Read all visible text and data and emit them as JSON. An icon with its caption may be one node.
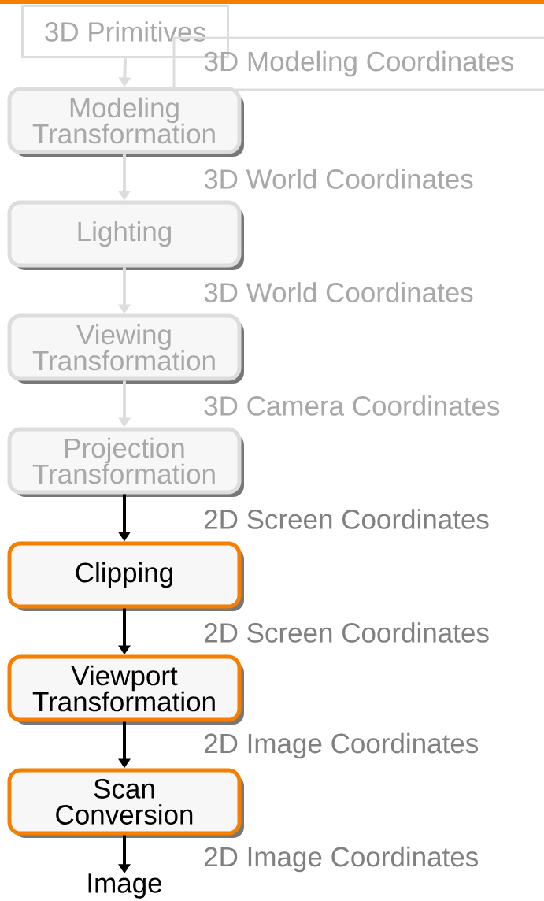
{
  "diagram": {
    "nodes": [
      {
        "text": [
          "3D Primitives"
        ]
      },
      {
        "text": [
          "3D Modeling Coordinates"
        ]
      },
      {
        "text": [
          "Modeling Transformation"
        ]
      },
      {
        "text": [
          "Lighting"
        ]
      },
      {
        "text": [
          "Viewing Transformation"
        ]
      },
      {
        "text": [
          "Projection Transformation"
        ]
      },
      {
        "text": [
          "Clipping"
        ]
      },
      {
        "text": [
          "Viewport Transformation"
        ]
      },
      {
        "text": [
          "Scan Conversion"
        ]
      },
      {
        "text": [
          "Image"
        ]
      }
    ],
    "edges": [
      {
        "from": 0,
        "to": 2,
        "arrow": "to",
        "color": "#dddddd"
      },
      {
        "from": 2,
        "to": 3,
        "arrow": "to",
        "label": "3D World Coordinates",
        "color": "#dddddd"
      },
      {
        "from": 3,
        "to": 4,
        "arrow": "to",
        "label": "3D World Coordinates",
        "color": "#dddddd"
      },
      {
        "from": 4,
        "to": 5,
        "arrow": "to",
        "label": "3D Camera Coordinates",
        "color": "#dddddd"
      },
      {
        "from": 5,
        "to": 6,
        "arrow": "to",
        "label": "2D Screen Coordinates",
        "color": "#000000"
      },
      {
        "from": 6,
        "to": 7,
        "arrow": "to",
        "label": "2D Screen Coordinates",
        "color": "#000000"
      },
      {
        "from": 7,
        "to": 8,
        "arrow": "to",
        "label": "2D Image Coordinates",
        "color": "#000000"
      },
      {
        "from": 8,
        "to": 9,
        "arrow": "to",
        "label": "2D Image Coordinates",
        "color": "#000000"
      }
    ]
  }
}
